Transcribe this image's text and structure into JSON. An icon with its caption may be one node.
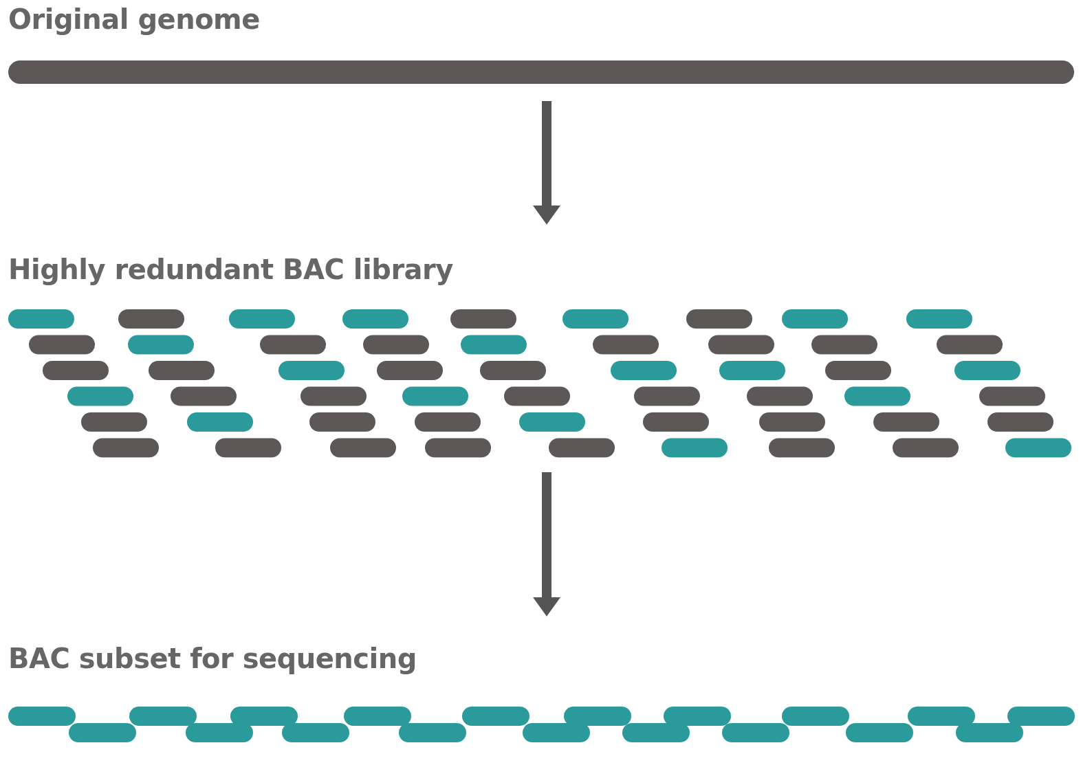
{
  "diagram": {
    "nodes": [
      {
        "text": [
          "Original genome"
        ]
      },
      {
        "text": [
          "Highly redundant BAC library"
        ]
      },
      {
        "text": [
          "BAC subset for sequencing"
        ]
      }
    ],
    "edges": [
      {
        "from": 0,
        "to": 1,
        "arrow": "to"
      },
      {
        "from": 1,
        "to": 2,
        "arrow": "to"
      }
    ]
  }
}
